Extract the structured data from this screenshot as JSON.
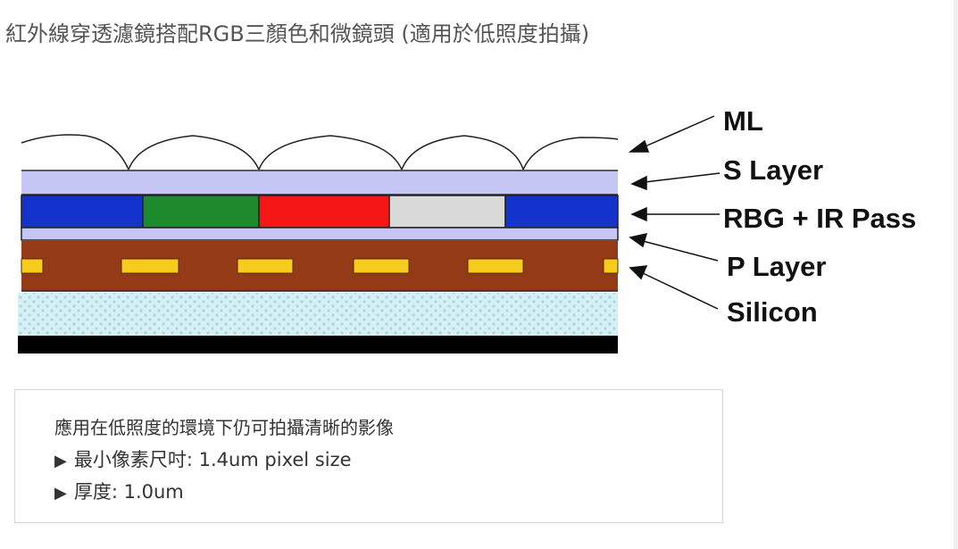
{
  "title": "紅外線穿透濾鏡搭配RGB三顏色和微鏡頭 (適用於低照度拍攝)",
  "diagram": {
    "labels": {
      "ml": "ML",
      "s_layer": "S Layer",
      "rbg_ir": "RBG + IR Pass",
      "p_layer": "P Layer",
      "silicon": "Silicon"
    },
    "colors": {
      "lavender_layer": "#c6c6f4",
      "blue_filter": "#1433cc",
      "green_filter": "#1e8a2e",
      "red_filter": "#f51616",
      "ir_pass_filter": "#d9d9d9",
      "p_layer": "#943a16",
      "photodiode": "#f7cc1c",
      "silicon": "#d6f0f4",
      "substrate": "#000000"
    }
  },
  "info": {
    "headline": "應用在低照度的環境下仍可拍攝清晰的影像",
    "bullets": [
      "最小像素尺吋: 1.4um pixel size",
      "厚度: 1.0um"
    ],
    "bullet_icon": "play-triangle-icon"
  }
}
